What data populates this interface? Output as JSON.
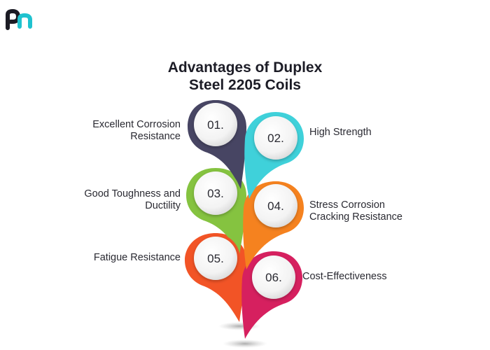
{
  "title_line1": "Advantages of Duplex",
  "title_line2": "Steel 2205 Coils",
  "logo_icon": "brand-logo-icon",
  "colors": {
    "logo_teal": "#1fc2cf",
    "logo_dark": "#1b1b24",
    "item1": "#474563",
    "item2": "#3fd1da",
    "item3": "#85c340",
    "item4": "#f5821f",
    "item5": "#f25426",
    "item6": "#d6205f"
  },
  "items": [
    {
      "number": "01.",
      "line1": "Excellent Corrosion",
      "line2": "Resistance"
    },
    {
      "number": "02.",
      "line1": "High Strength",
      "line2": ""
    },
    {
      "number": "03.",
      "line1": "Good Toughness and",
      "line2": "Ductility"
    },
    {
      "number": "04.",
      "line1": "Stress Corrosion",
      "line2": "Cracking Resistance"
    },
    {
      "number": "05.",
      "line1": "Fatigue Resistance",
      "line2": ""
    },
    {
      "number": "06.",
      "line1": "Cost-Effectiveness",
      "line2": ""
    }
  ]
}
